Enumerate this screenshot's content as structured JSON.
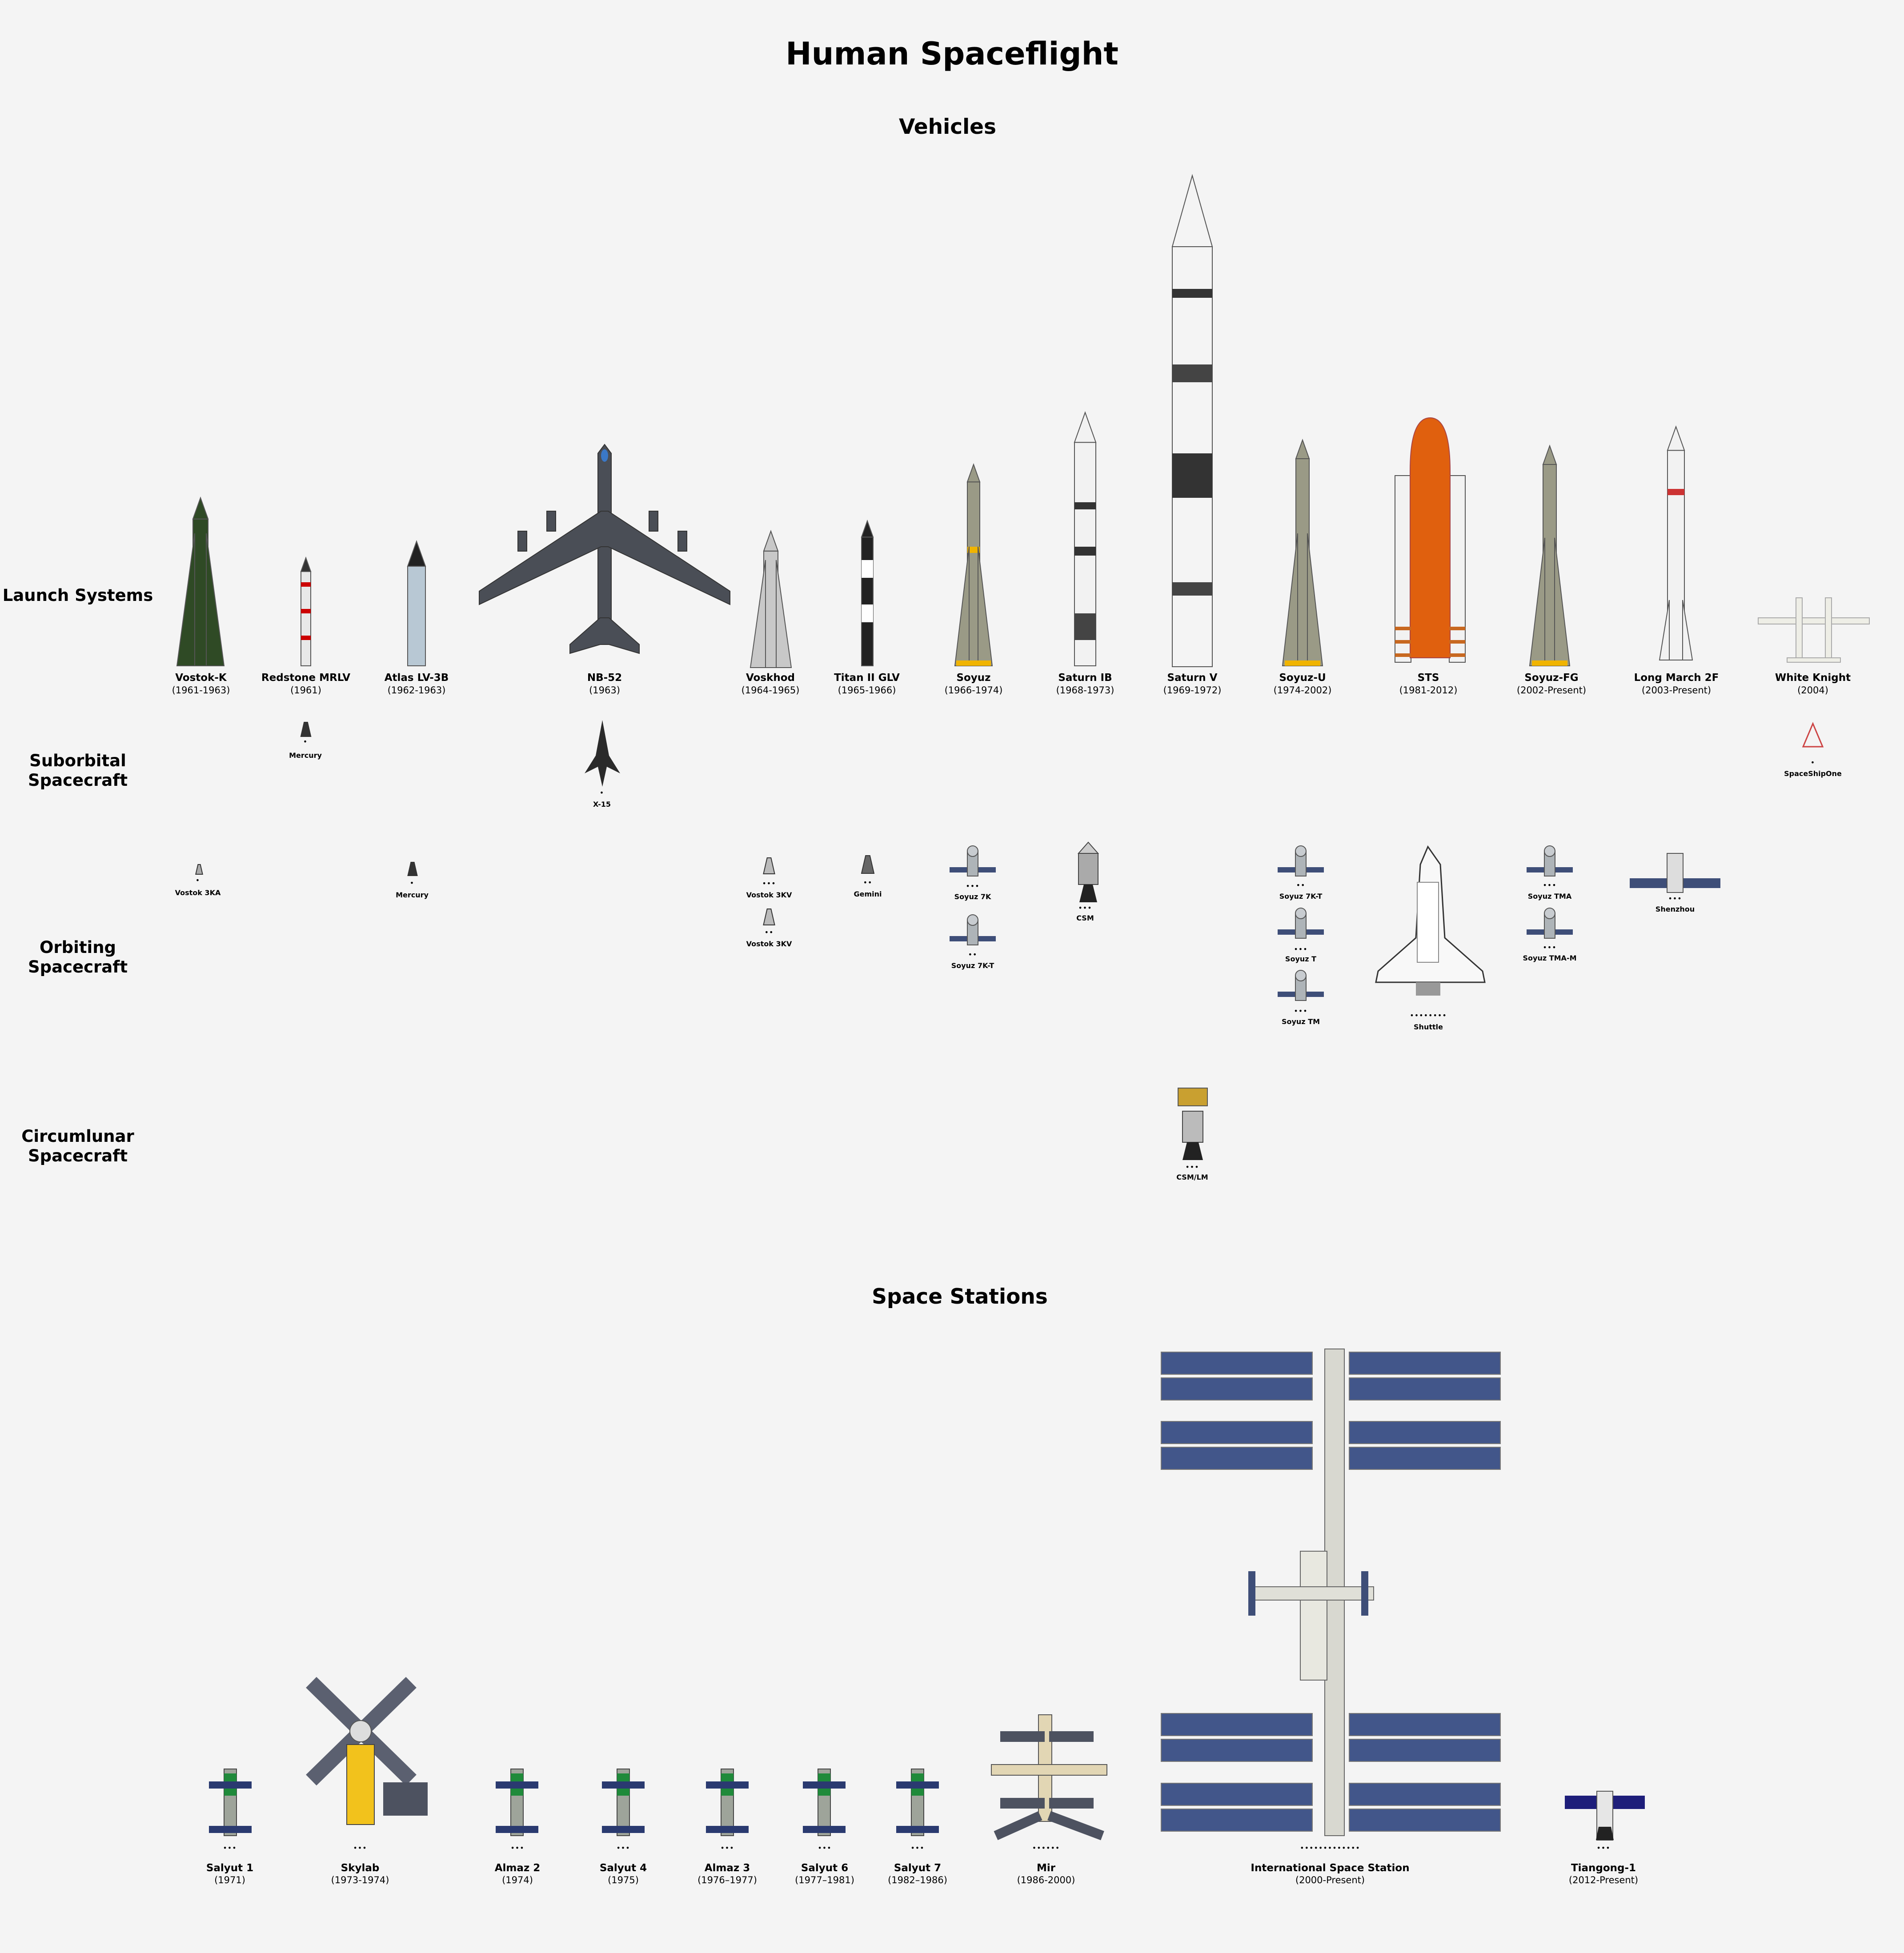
{
  "title": "Human Spaceflight",
  "sections": {
    "vehicles": "Vehicles",
    "stations": "Space Stations"
  },
  "rows": {
    "launch": "Launch Systems",
    "suborbital": "Suborbital\nSpacecraft",
    "orbiting": "Orbiting\nSpacecraft",
    "circumlunar": "Circumlunar\nSpacecraft"
  },
  "vehicles": [
    {
      "name": "Vostok-K",
      "years": "(1961-1963)",
      "icon": "vostok-k-rocket-icon",
      "color": "#2f4a25"
    },
    {
      "name": "Redstone MRLV",
      "years": "(1961)",
      "icon": "redstone-rocket-icon",
      "color": "#e8e8e8"
    },
    {
      "name": "Atlas LV-3B",
      "years": "(1962-1963)",
      "icon": "atlas-rocket-icon",
      "color": "#b8c8d4"
    },
    {
      "name": "NB-52",
      "years": "(1963)",
      "icon": "b52-aircraft-icon",
      "color": "#4a4e56"
    },
    {
      "name": "Voskhod",
      "years": "(1964-1965)",
      "icon": "voskhod-rocket-icon",
      "color": "#c8c8c8"
    },
    {
      "name": "Titan II GLV",
      "years": "(1965-1966)",
      "icon": "titan-rocket-icon",
      "color": "#222222"
    },
    {
      "name": "Soyuz",
      "years": "(1966-1974)",
      "icon": "soyuz-rocket-icon",
      "color": "#9a9a86"
    },
    {
      "name": "Saturn IB",
      "years": "(1968-1973)",
      "icon": "saturn-ib-rocket-icon",
      "color": "#f2f2f2"
    },
    {
      "name": "Saturn V",
      "years": "(1969-1972)",
      "icon": "saturn-v-rocket-icon",
      "color": "#f4f4f4"
    },
    {
      "name": "Soyuz-U",
      "years": "(1974-2002)",
      "icon": "soyuz-u-rocket-icon",
      "color": "#9a9a86"
    },
    {
      "name": "STS",
      "years": "(1981-2012)",
      "icon": "sts-shuttle-stack-icon",
      "color": "#e0600e"
    },
    {
      "name": "Soyuz-FG",
      "years": "(2002-Present)",
      "icon": "soyuz-fg-rocket-icon",
      "color": "#9a9a86"
    },
    {
      "name": "Long March 2F",
      "years": "(2003-Present)",
      "icon": "long-march-rocket-icon",
      "color": "#f2f2f2"
    },
    {
      "name": "White Knight",
      "years": "(2004)",
      "icon": "white-knight-aircraft-icon",
      "color": "#eeeee6"
    }
  ],
  "suborbital": [
    {
      "name": "Mercury",
      "crew": "•",
      "icon": "mercury-capsule-icon"
    },
    {
      "name": "X-15",
      "crew": "•",
      "icon": "x15-aircraft-icon"
    },
    {
      "name": "SpaceShipOne",
      "crew": "•",
      "icon": "spaceshipone-icon"
    }
  ],
  "orbiting": [
    {
      "name": "Vostok 3KA",
      "crew": "•",
      "icon": "vostok-capsule-icon"
    },
    {
      "name": "Mercury",
      "crew": "•",
      "icon": "mercury-capsule-icon"
    },
    {
      "name": "Vostok 3KV",
      "crew": "•••",
      "icon": "voskhod-capsule-icon"
    },
    {
      "name": "Vostok 3KV",
      "crew": "••",
      "icon": "voskhod-capsule-icon"
    },
    {
      "name": "Gemini",
      "crew": "••",
      "icon": "gemini-capsule-icon"
    },
    {
      "name": "Soyuz 7K",
      "crew": "•••",
      "icon": "soyuz-spacecraft-icon"
    },
    {
      "name": "Soyuz 7K-T",
      "crew": "••",
      "icon": "soyuz-spacecraft-icon"
    },
    {
      "name": "CSM",
      "crew": "•••",
      "icon": "apollo-csm-icon"
    },
    {
      "name": "Soyuz 7K-T",
      "crew": "••",
      "icon": "soyuz-spacecraft-icon"
    },
    {
      "name": "Soyuz T",
      "crew": "•••",
      "icon": "soyuz-spacecraft-icon"
    },
    {
      "name": "Soyuz TM",
      "crew": "•••",
      "icon": "soyuz-spacecraft-icon"
    },
    {
      "name": "Shuttle",
      "crew": "••••••••",
      "icon": "space-shuttle-orbiter-icon"
    },
    {
      "name": "Soyuz TMA",
      "crew": "•••",
      "icon": "soyuz-spacecraft-icon"
    },
    {
      "name": "Soyuz TMA-M",
      "crew": "•••",
      "icon": "soyuz-spacecraft-icon"
    },
    {
      "name": "Shenzhou",
      "crew": "•••",
      "icon": "shenzhou-spacecraft-icon"
    }
  ],
  "circumlunar": [
    {
      "name": "CSM/LM",
      "crew": "•••",
      "icon": "apollo-csm-lm-icon"
    }
  ],
  "stations": [
    {
      "name": "Salyut 1",
      "years": "(1971)",
      "crew": "•••",
      "icon": "salyut-station-icon"
    },
    {
      "name": "Skylab",
      "years": "(1973-1974)",
      "crew": "•••",
      "icon": "skylab-station-icon"
    },
    {
      "name": "Almaz 2",
      "years": "(1974)",
      "crew": "•••",
      "icon": "almaz-station-icon"
    },
    {
      "name": "Salyut 4",
      "years": "(1975)",
      "crew": "•••",
      "icon": "salyut-station-icon"
    },
    {
      "name": "Almaz 3",
      "years": "(1976–1977)",
      "crew": "•••",
      "icon": "almaz-station-icon"
    },
    {
      "name": "Salyut 6",
      "years": "(1977–1981)",
      "crew": "•••",
      "icon": "salyut-station-icon"
    },
    {
      "name": "Salyut 7",
      "years": "(1982–1986)",
      "crew": "•••",
      "icon": "salyut-station-icon"
    },
    {
      "name": "Mir",
      "years": "(1986-2000)",
      "crew": "••••••",
      "icon": "mir-station-icon"
    },
    {
      "name": "International Space Station",
      "years": "(2000-Present)",
      "crew": "•••••••••••••",
      "icon": "iss-station-icon"
    },
    {
      "name": "Tiangong-1",
      "years": "(2012-Present)",
      "crew": "•••",
      "icon": "tiangong-station-icon"
    }
  ],
  "colors": {
    "background": "#f4f4f4",
    "solar_panel": "#3e4e78",
    "salyut_green": "#1f8a3a",
    "skylab_gold": "#f2c21c",
    "shuttle_tank": "#e0600e"
  }
}
